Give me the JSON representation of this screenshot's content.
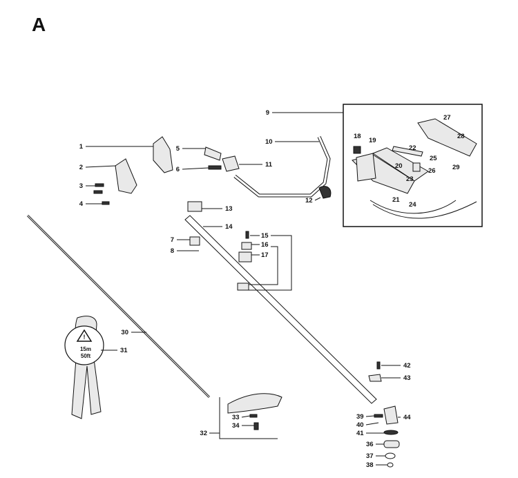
{
  "diagram": {
    "section_letter": "A",
    "harness_warning_text": [
      "15m",
      "50ft"
    ],
    "callouts": [
      {
        "id": "1",
        "label": "1"
      },
      {
        "id": "2",
        "label": "2"
      },
      {
        "id": "3",
        "label": "3"
      },
      {
        "id": "4",
        "label": "4"
      },
      {
        "id": "5",
        "label": "5"
      },
      {
        "id": "6",
        "label": "6"
      },
      {
        "id": "7",
        "label": "7"
      },
      {
        "id": "8",
        "label": "8"
      },
      {
        "id": "9",
        "label": "9"
      },
      {
        "id": "10",
        "label": "10"
      },
      {
        "id": "11",
        "label": "11"
      },
      {
        "id": "12",
        "label": "12"
      },
      {
        "id": "13",
        "label": "13"
      },
      {
        "id": "14",
        "label": "14"
      },
      {
        "id": "15",
        "label": "15"
      },
      {
        "id": "16",
        "label": "16"
      },
      {
        "id": "17",
        "label": "17"
      },
      {
        "id": "18",
        "label": "18"
      },
      {
        "id": "19",
        "label": "19"
      },
      {
        "id": "20",
        "label": "20"
      },
      {
        "id": "21",
        "label": "21"
      },
      {
        "id": "22",
        "label": "22"
      },
      {
        "id": "23",
        "label": "23"
      },
      {
        "id": "24",
        "label": "24"
      },
      {
        "id": "25",
        "label": "25"
      },
      {
        "id": "26",
        "label": "26"
      },
      {
        "id": "27",
        "label": "27"
      },
      {
        "id": "28",
        "label": "28"
      },
      {
        "id": "29",
        "label": "29"
      },
      {
        "id": "30",
        "label": "30"
      },
      {
        "id": "31",
        "label": "31"
      },
      {
        "id": "32",
        "label": "32"
      },
      {
        "id": "33",
        "label": "33"
      },
      {
        "id": "34",
        "label": "34"
      },
      {
        "id": "36",
        "label": "36"
      },
      {
        "id": "37",
        "label": "37"
      },
      {
        "id": "38",
        "label": "38"
      },
      {
        "id": "39",
        "label": "39"
      },
      {
        "id": "40",
        "label": "40"
      },
      {
        "id": "41",
        "label": "41"
      },
      {
        "id": "42",
        "label": "42"
      },
      {
        "id": "43",
        "label": "43"
      },
      {
        "id": "44",
        "label": "44"
      }
    ]
  }
}
